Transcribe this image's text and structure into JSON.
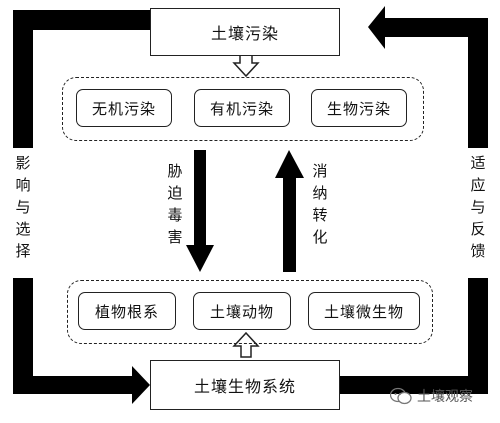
{
  "top_box": {
    "label": "土壤污染"
  },
  "bottom_box": {
    "label": "土壤生物系统"
  },
  "pollution_types": [
    {
      "label": "无机污染"
    },
    {
      "label": "有机污染"
    },
    {
      "label": "生物污染"
    }
  ],
  "soil_components": [
    {
      "label": "植物根系"
    },
    {
      "label": "土壤动物"
    },
    {
      "label": "土壤微生物"
    }
  ],
  "left_side_label": "影响与选择",
  "right_side_label": "适应与反馈",
  "down_arrow_label": "胁迫毒害",
  "up_arrow_label": "消纳转化",
  "watermark": {
    "text": "土壤观察"
  },
  "colors": {
    "ink": "#111111",
    "border": "#222222",
    "background": "#ffffff"
  }
}
